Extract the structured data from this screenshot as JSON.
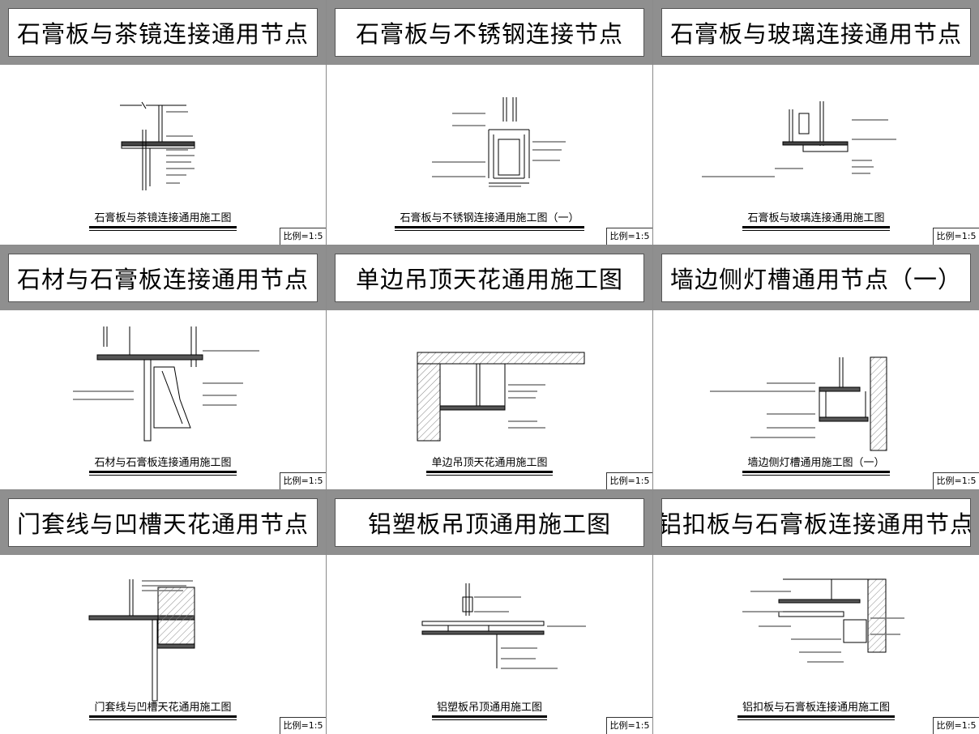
{
  "panels": [
    {
      "title": "石膏板与茶镜连接通用节点",
      "caption": "石膏板与茶镜连接通用施工图",
      "scale": "比例=1:5"
    },
    {
      "title": "石膏板与不锈钢连接节点",
      "caption": "石膏板与不锈钢连接通用施工图（一）",
      "scale": "比例=1:5"
    },
    {
      "title": "石膏板与玻璃连接通用节点",
      "caption": "石膏板与玻璃连接通用施工图",
      "scale": "比例=1:5"
    },
    {
      "title": "石材与石膏板连接通用节点",
      "caption": "石材与石膏板连接通用施工图",
      "scale": "比例=1:5"
    },
    {
      "title": "单边吊顶天花通用施工图",
      "caption": "单边吊顶天花通用施工图",
      "scale": "比例=1:5"
    },
    {
      "title": "墙边侧灯槽通用节点（一）",
      "caption": "墙边侧灯槽通用施工图（一）",
      "scale": "比例=1:5"
    },
    {
      "title": "门套线与凹槽天花通用节点",
      "caption": "门套线与凹槽天花通用施工图",
      "scale": "比例=1:5"
    },
    {
      "title": "铝塑板吊顶通用施工图",
      "caption": "铝塑板吊顶通用施工图",
      "scale": "比例=1:5"
    },
    {
      "title": "铝扣板与石膏板连接通用节点",
      "caption": "铝扣板与石膏板连接通用施工图",
      "scale": "比例=1:5"
    }
  ]
}
